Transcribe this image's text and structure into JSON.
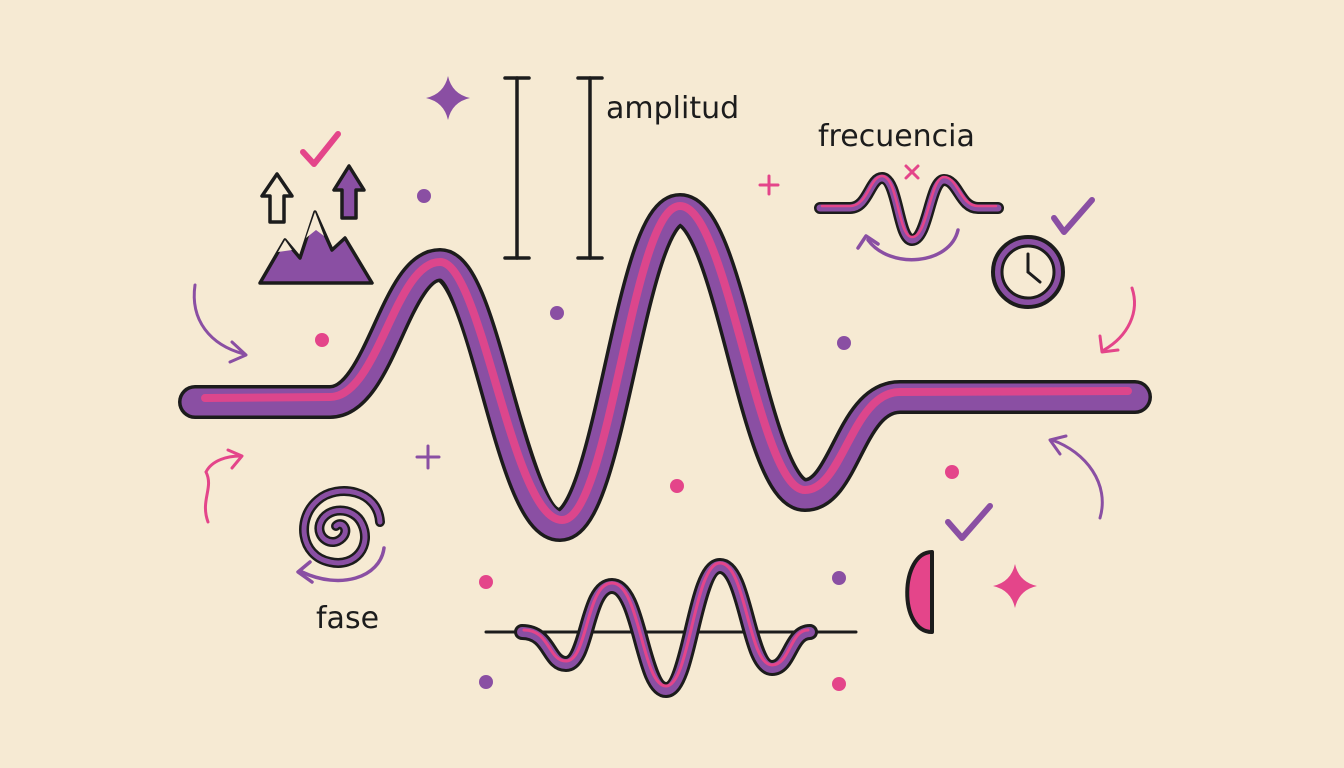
{
  "labels": {
    "amplitude": "amplitud",
    "frequency": "frecuencia",
    "phase": "fase"
  },
  "colors": {
    "background": "#f6ead3",
    "purple": "#8a4fa3",
    "pink": "#e4458a",
    "outline": "#1c1c1c"
  },
  "icons": [
    "mountain-icon",
    "up-arrow-icon",
    "clock-icon",
    "spiral-icon",
    "half-circle-icon",
    "checkmark-icon",
    "sparkle-icon",
    "curved-arrow-icon"
  ]
}
